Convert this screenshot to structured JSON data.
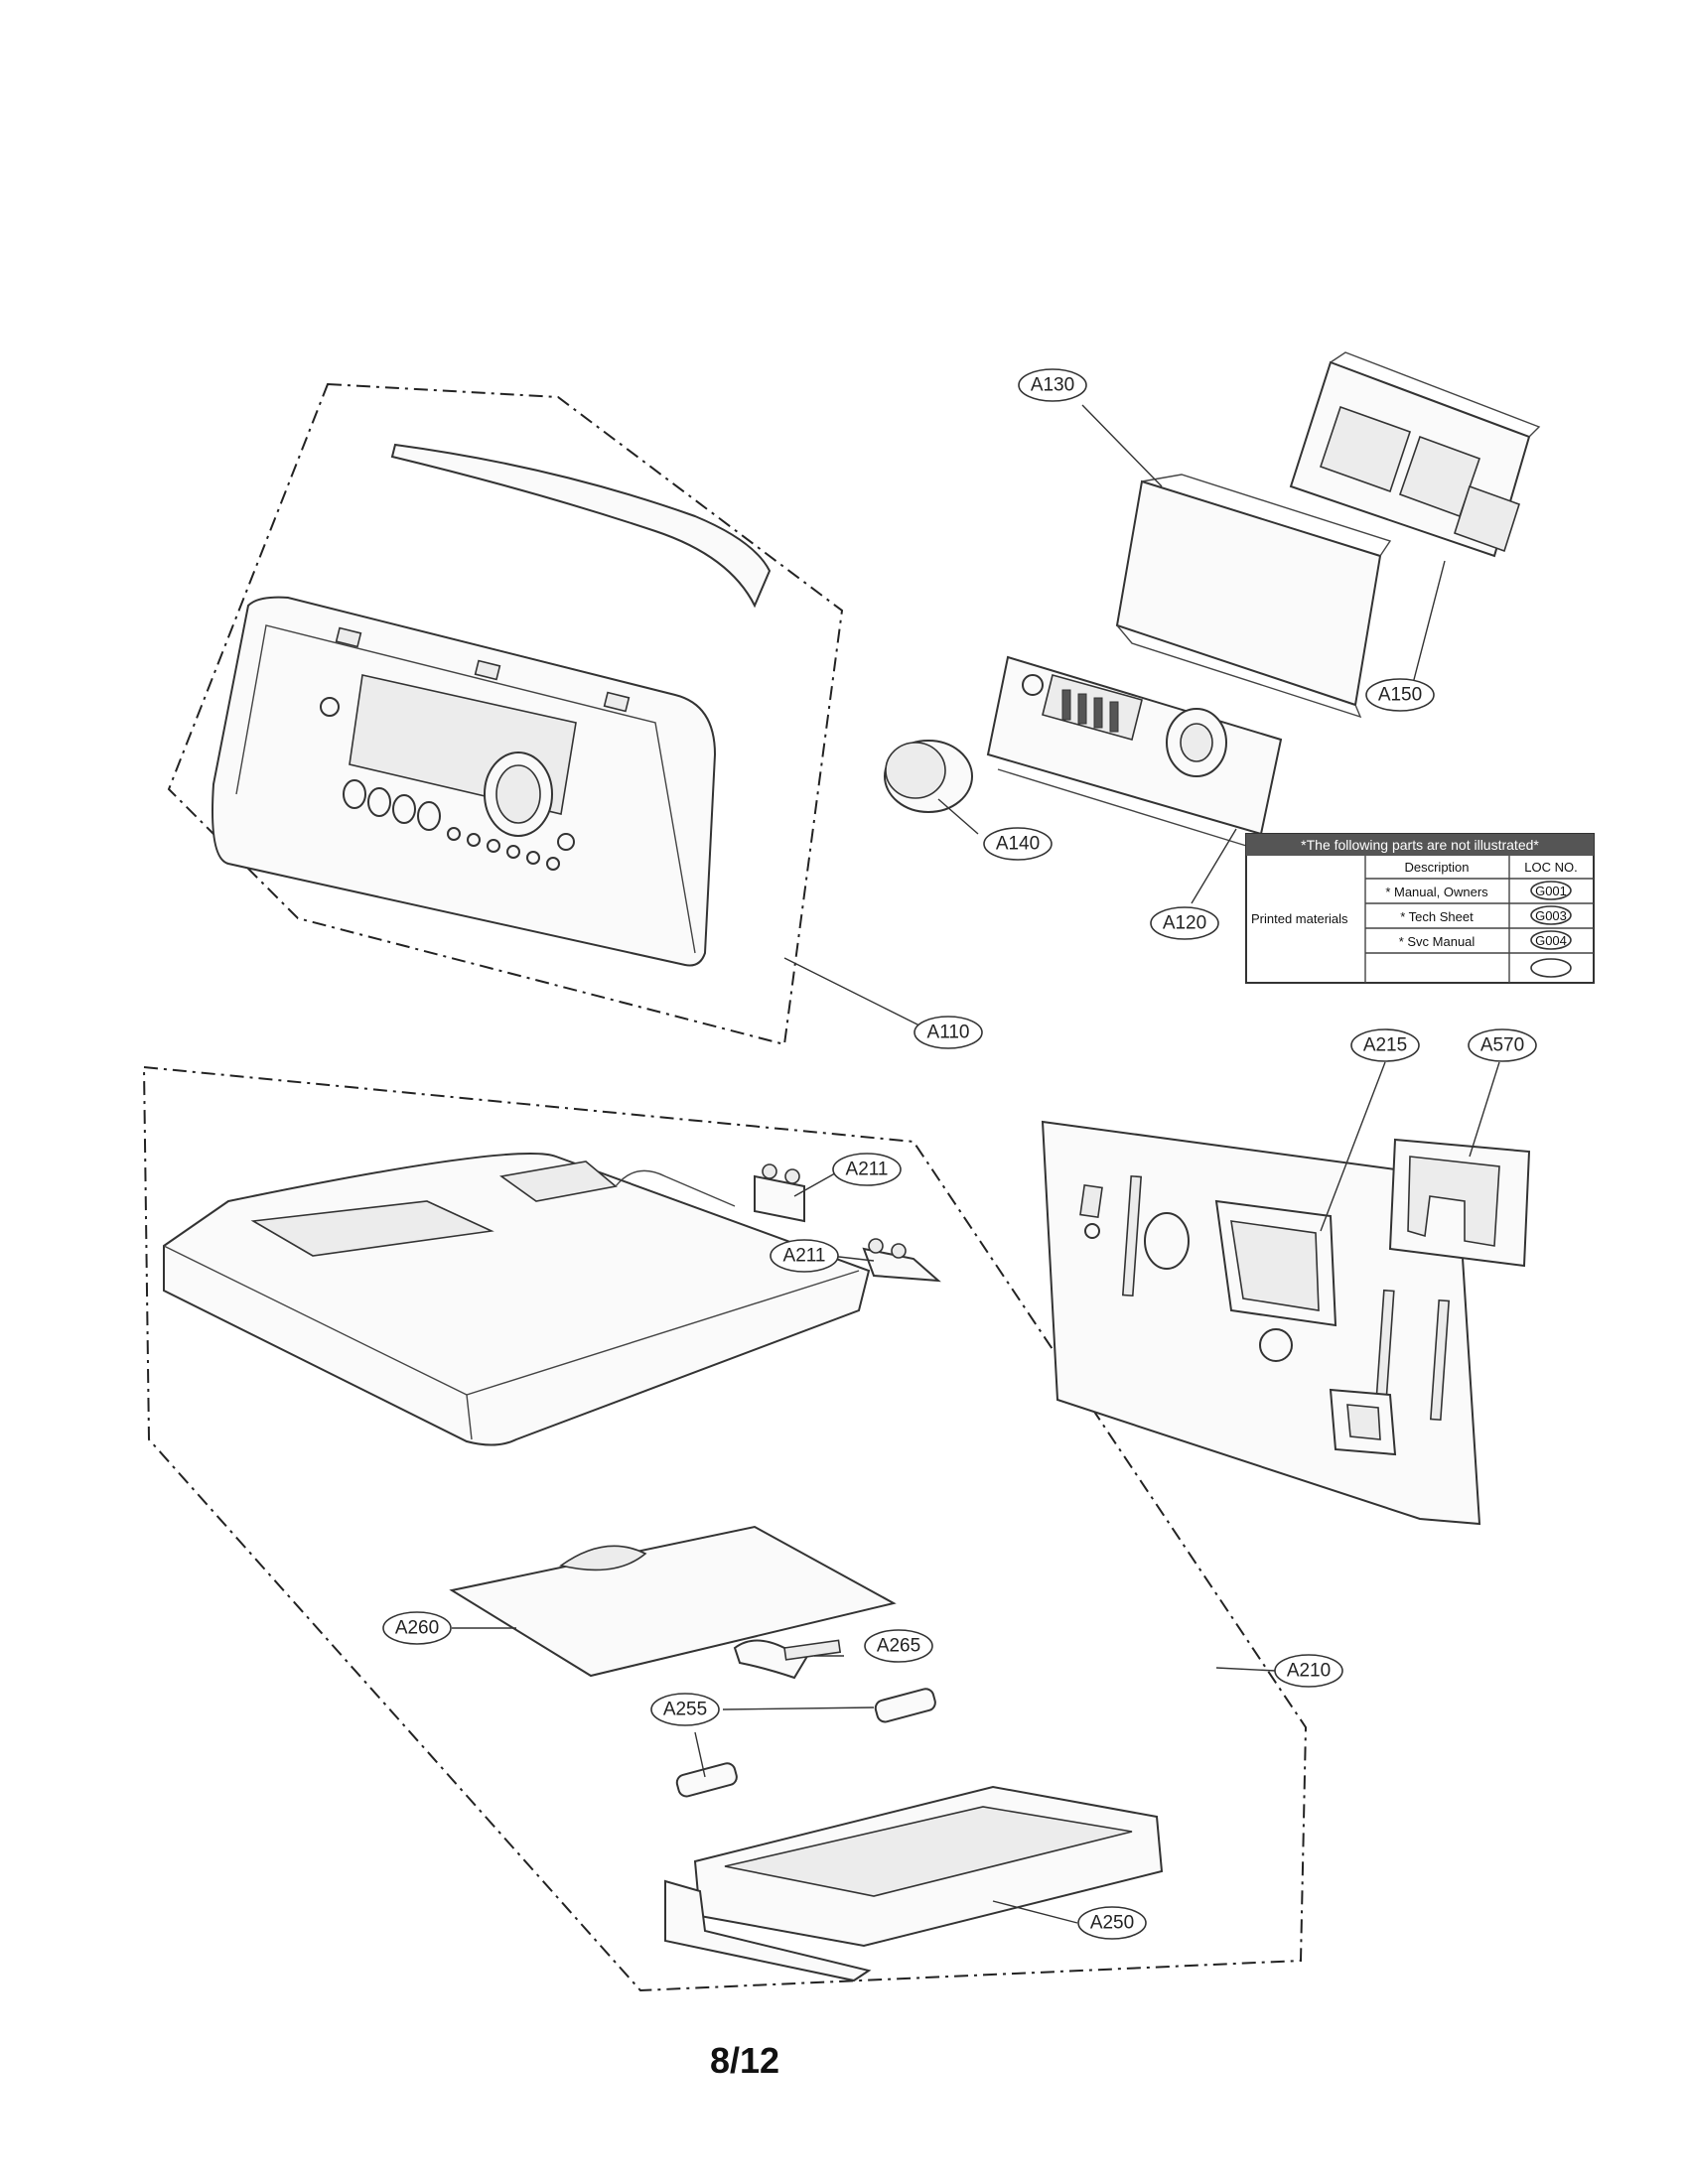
{
  "callouts": {
    "a130": "A130",
    "a150": "A150",
    "a140": "A140",
    "a120": "A120",
    "a110": "A110",
    "a215": "A215",
    "a570": "A570",
    "a211_top": "A211",
    "a211_bottom": "A211",
    "a210": "A210",
    "a260": "A260",
    "a265": "A265",
    "a255": "A255",
    "a250": "A250"
  },
  "parts_table": {
    "header": "*The following parts are not illustrated*",
    "group_label": "Printed materials",
    "col_description": "Description",
    "col_loc": "LOC NO.",
    "rows": [
      {
        "description": "* Manual, Owners",
        "loc": "G001"
      },
      {
        "description": "* Tech Sheet",
        "loc": "G003"
      },
      {
        "description": "* Svc Manual",
        "loc": "G004"
      },
      {
        "description": "",
        "loc": ""
      }
    ]
  },
  "page_number": "8/12"
}
